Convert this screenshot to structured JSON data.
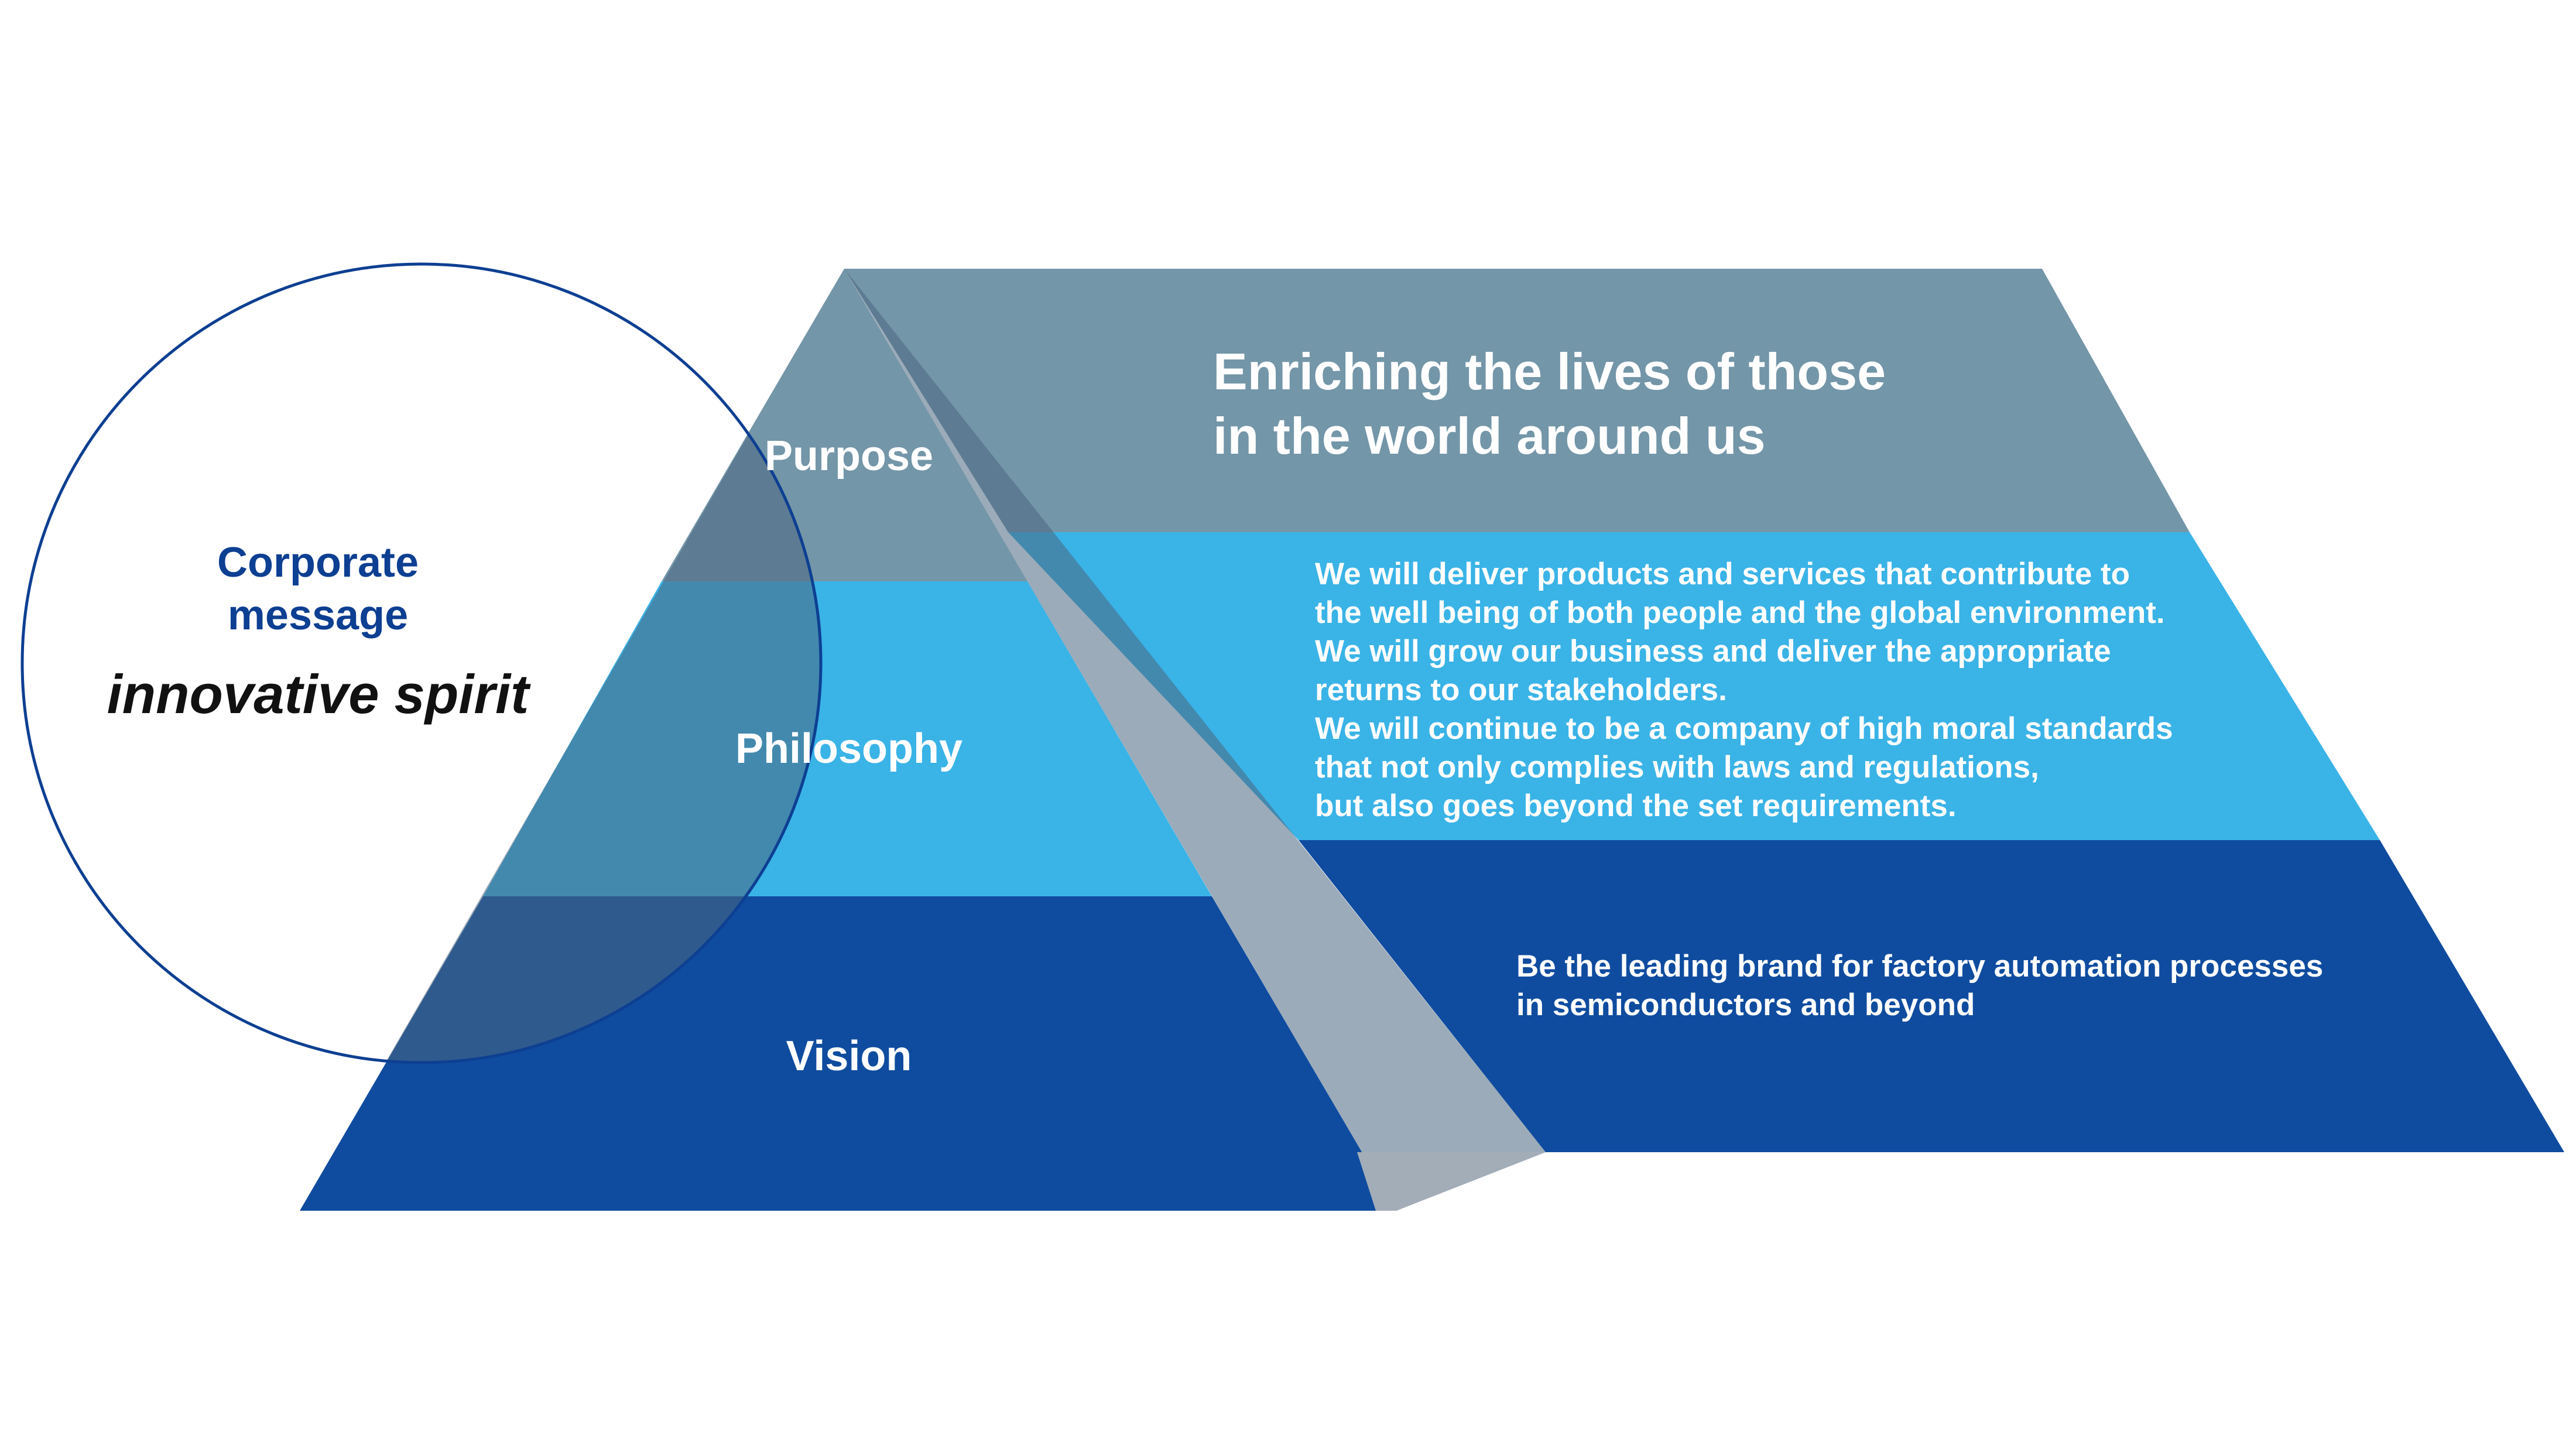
{
  "corporate_message": {
    "heading_line1": "Corporate",
    "heading_line2": "message",
    "tagline": "innovative spirit"
  },
  "pyramid": {
    "purpose": {
      "label": "Purpose",
      "text": [
        "Enriching the lives of those",
        "in the world around us"
      ]
    },
    "philosophy": {
      "label": "Philosophy",
      "text": [
        "We will deliver products and services that contribute to",
        "the well being of both people and the global environment.",
        "We will grow our business and deliver the appropriate",
        "returns to our stakeholders.",
        "We will continue to be a company of high moral standards",
        "that not only complies with laws and regulations,",
        "but also goes beyond the set requirements."
      ]
    },
    "vision": {
      "label": "Vision",
      "text": [
        "Be the leading brand for factory automation processes",
        "in semiconductors and beyond"
      ]
    }
  },
  "colors": {
    "purpose": "#7396a8",
    "philosophy": "#3ab3e7",
    "vision": "#0f4c9f",
    "circle_stroke": "#0d3f92",
    "circle_text": "#0d3f92",
    "tagline": "#111111",
    "label_text": "#ffffff",
    "overlay": "#4a6680"
  }
}
